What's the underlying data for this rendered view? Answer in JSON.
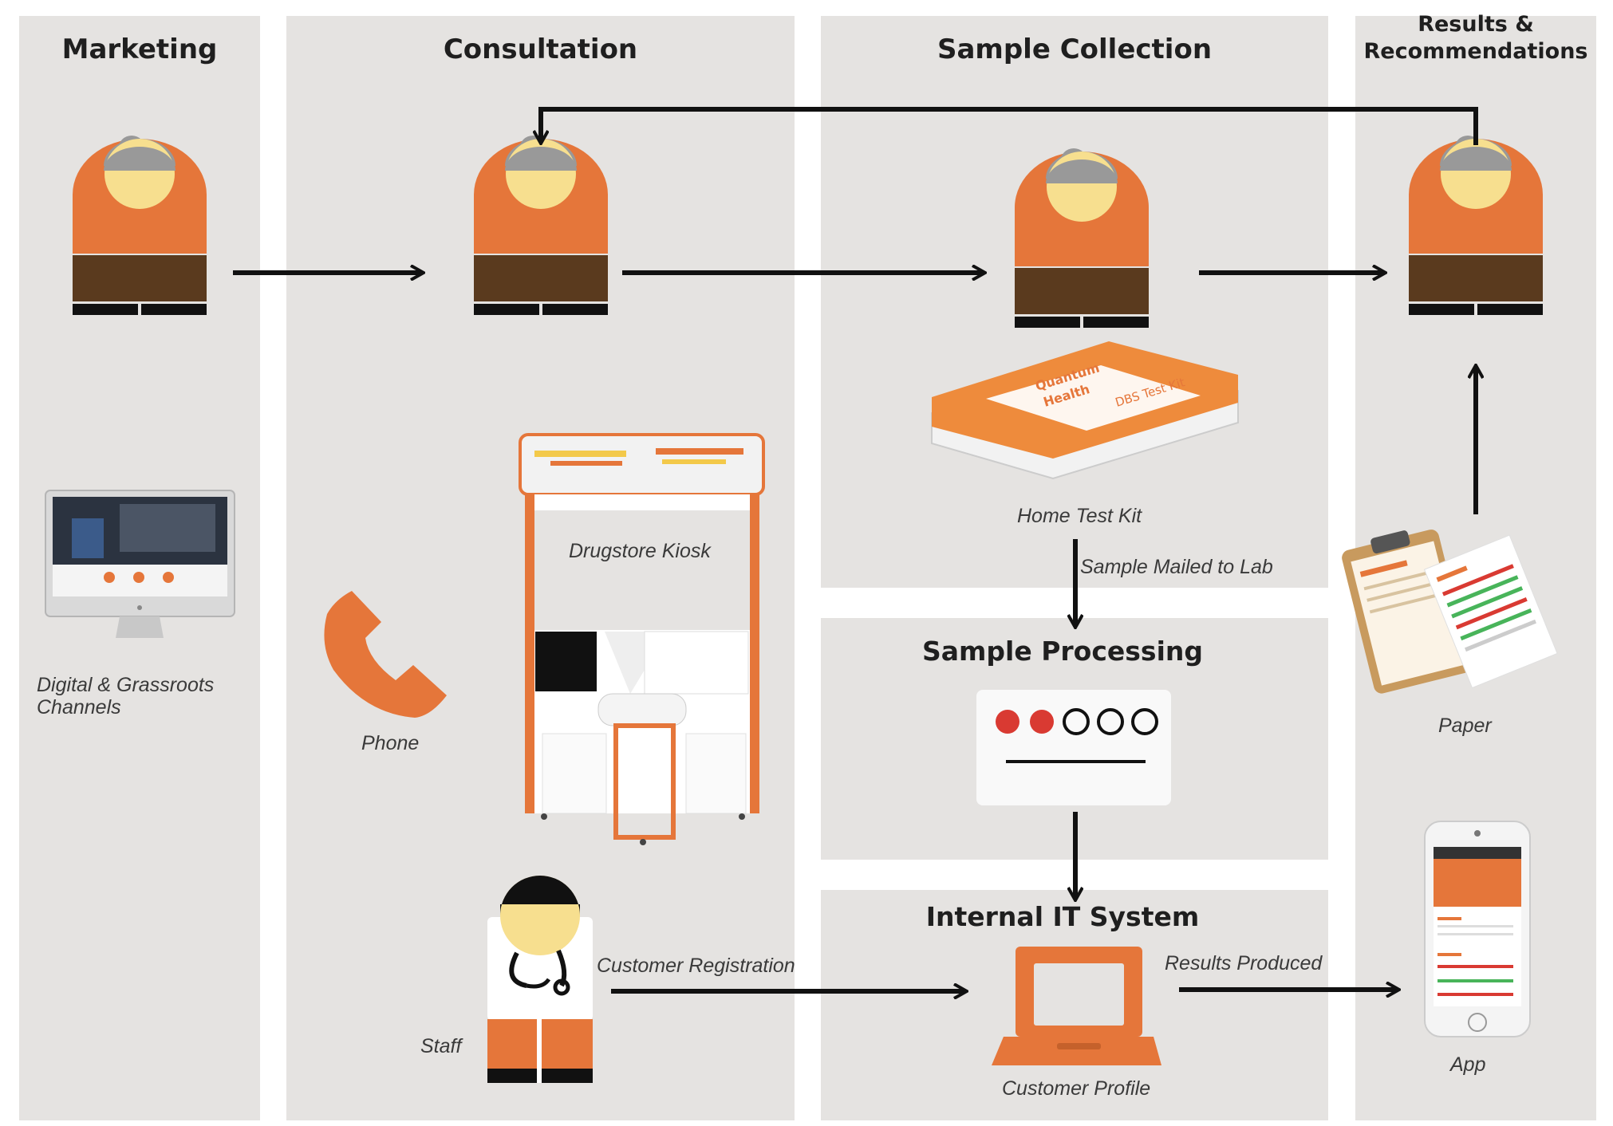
{
  "lanes": {
    "marketing": "Marketing",
    "consultation": "Consultation",
    "sample_collection": "Sample Collection",
    "results_line1": "Results &",
    "results_line2": "Recommendations",
    "sample_processing": "Sample Processing",
    "internal_it": "Internal IT System"
  },
  "labels": {
    "digital_line1": "Digital & Grassroots",
    "digital_line2": "Channels",
    "phone": "Phone",
    "drugstore_kiosk": "Drugstore Kiosk",
    "staff": "Staff",
    "customer_registration": "Customer Registration",
    "home_test_kit": "Home Test Kit",
    "sample_mailed": "Sample Mailed to Lab",
    "customer_profile": "Customer Profile",
    "results_produced": "Results Produced",
    "paper": "Paper",
    "app": "App"
  },
  "kit_text": {
    "brand1": "Quantum",
    "brand2": "Health",
    "product": "DBS Test Kit"
  },
  "colors": {
    "lane_bg": "#e5e3e1",
    "orange": "#e5763a",
    "skin": "#f7df8f",
    "hair": "#999999",
    "pants": "#5a3a1e",
    "dot_red": "#d93a32"
  },
  "sample_processing_progress": {
    "filled": 2,
    "total": 5
  }
}
